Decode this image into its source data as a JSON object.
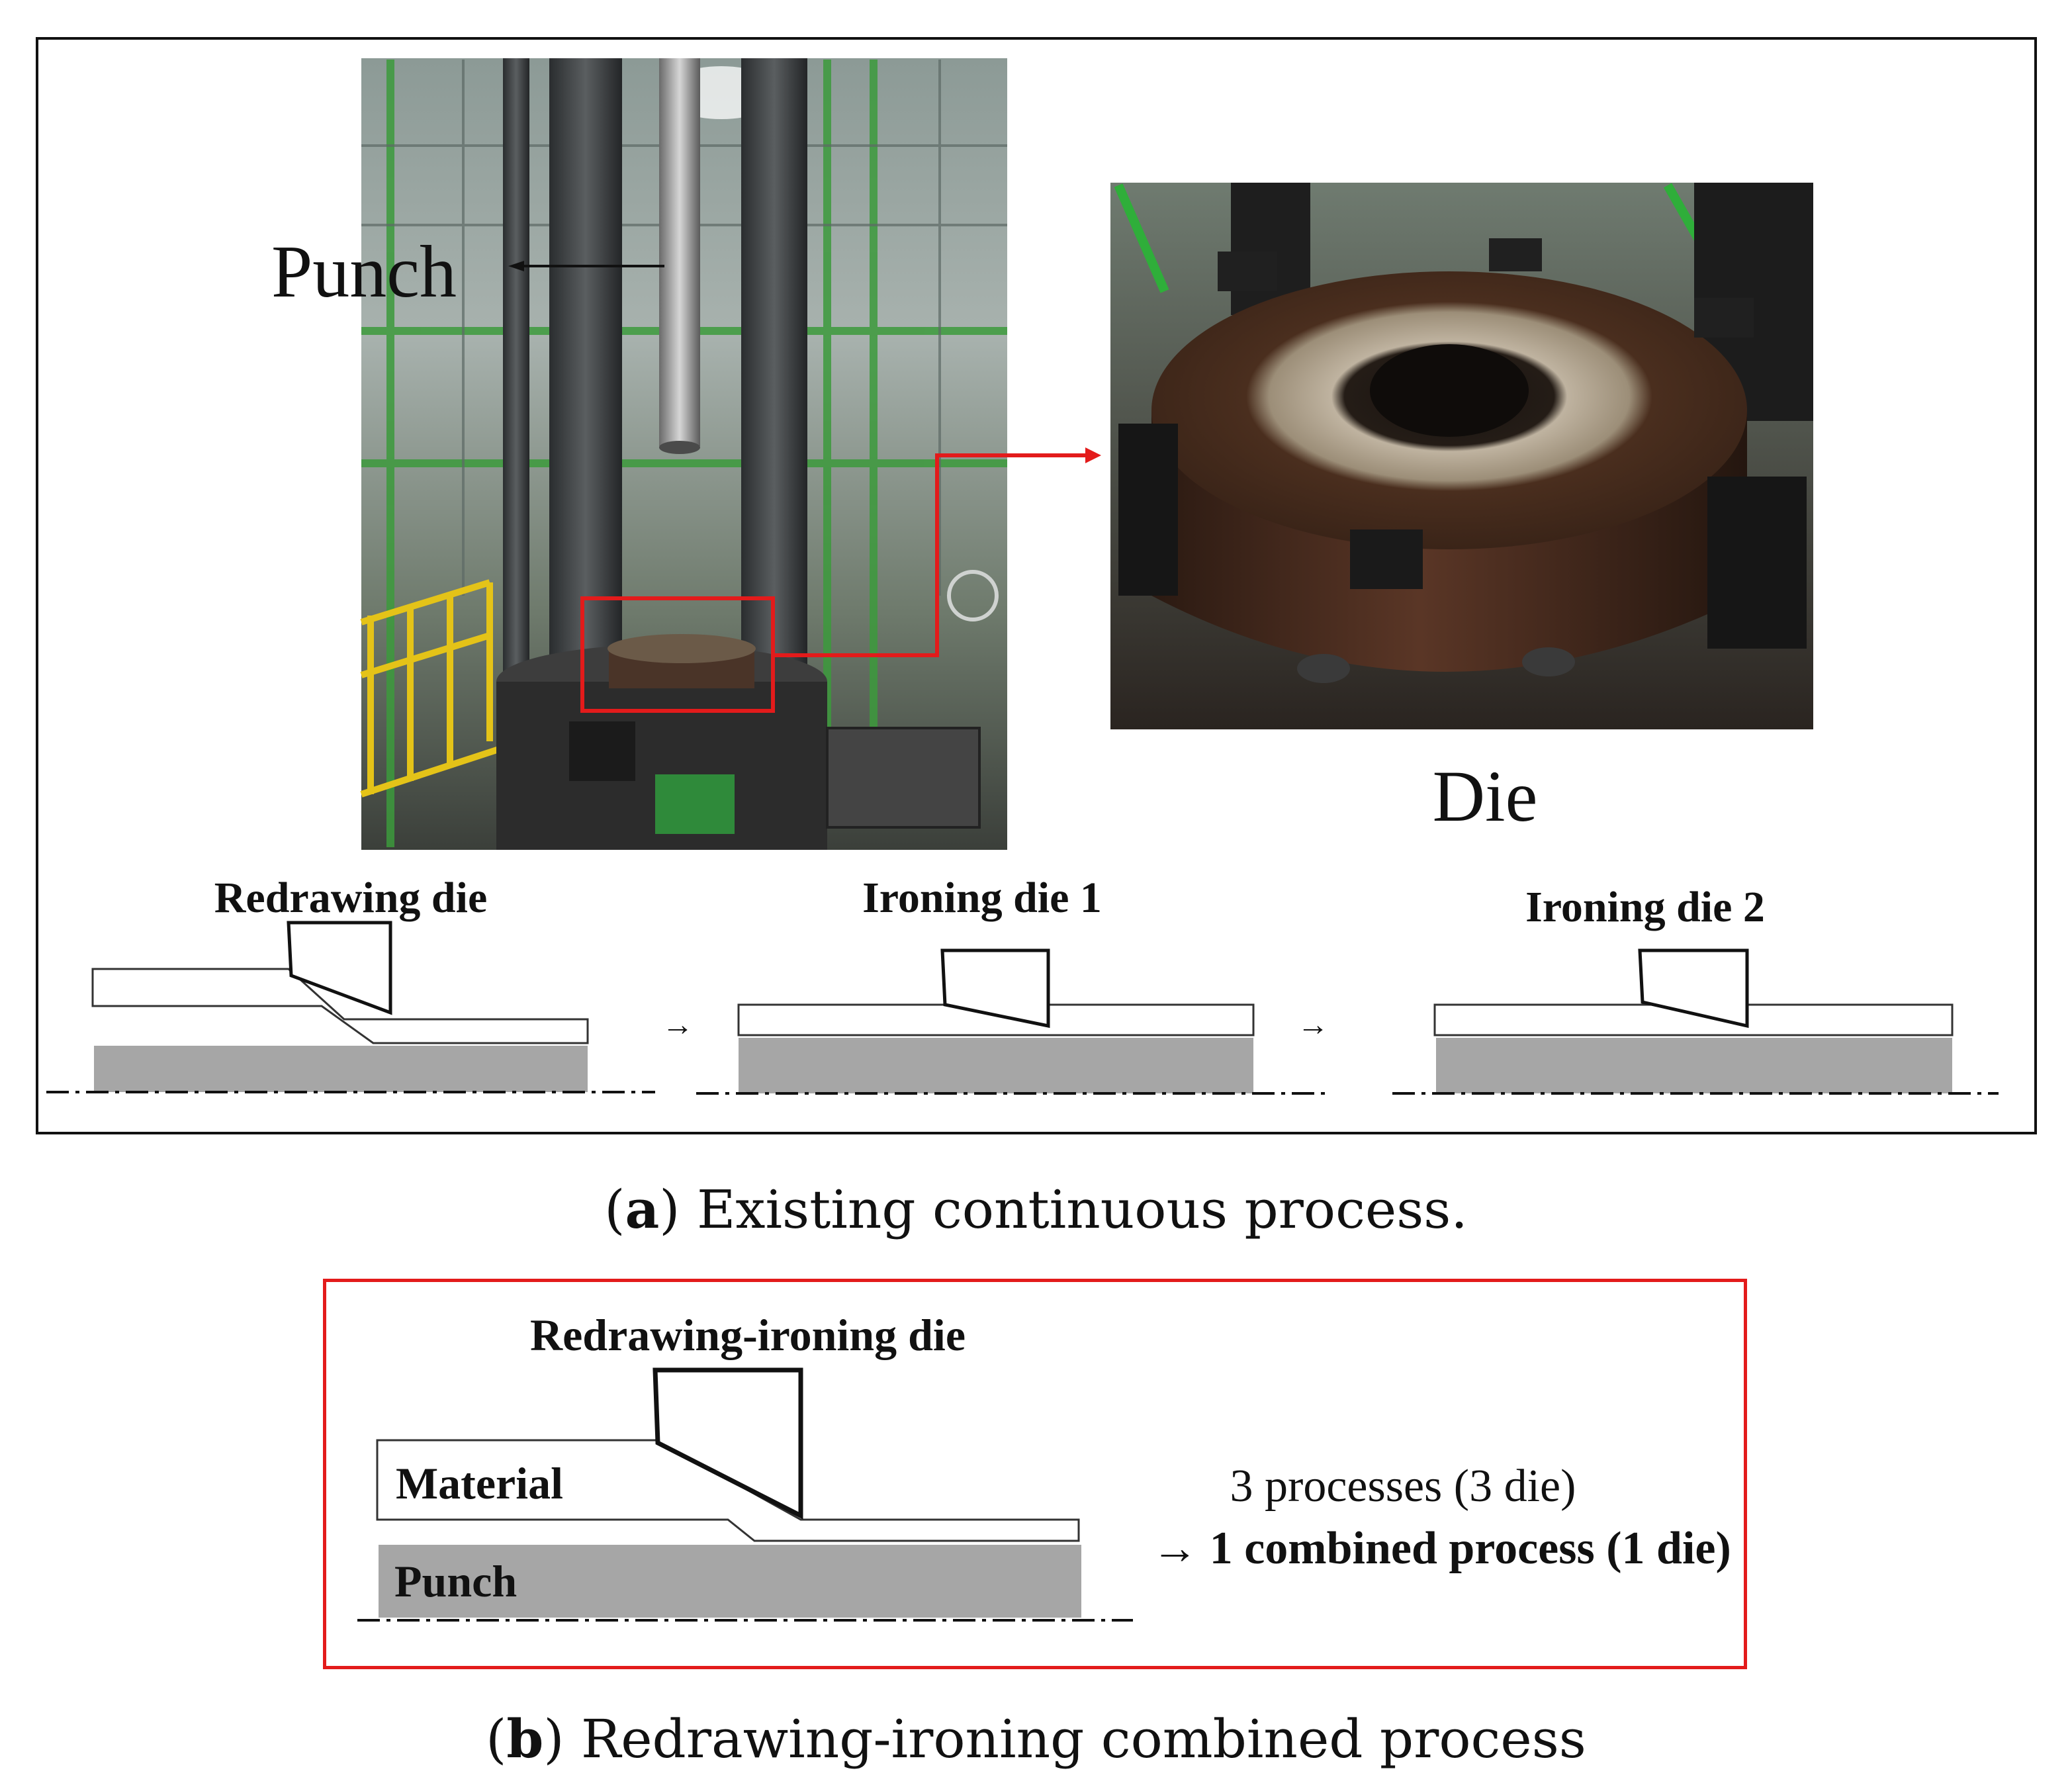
{
  "panel_a": {
    "photo_label_punch": "Punch",
    "photo_label_die": "Die",
    "stages": [
      {
        "title": "Redrawing die"
      },
      {
        "title": "Ironing die 1"
      },
      {
        "title": "Ironing die 2"
      }
    ],
    "arrow_glyph": "→"
  },
  "caption_a": {
    "letter": "a",
    "text": " Existing continuous process."
  },
  "panel_b": {
    "title": "Redrawing-ironing die",
    "material_label": "Material",
    "punch_label": "Punch",
    "summary_line1": "3 processes (3 die)",
    "summary_line2": "→ 1 combined process (1 die)"
  },
  "caption_b": {
    "letter": "b",
    "text": " Redrawing-ironing combined process"
  },
  "colors": {
    "highlight": "#e31b1b",
    "punch_fill": "#a6a6a6",
    "outline": "#111111"
  }
}
